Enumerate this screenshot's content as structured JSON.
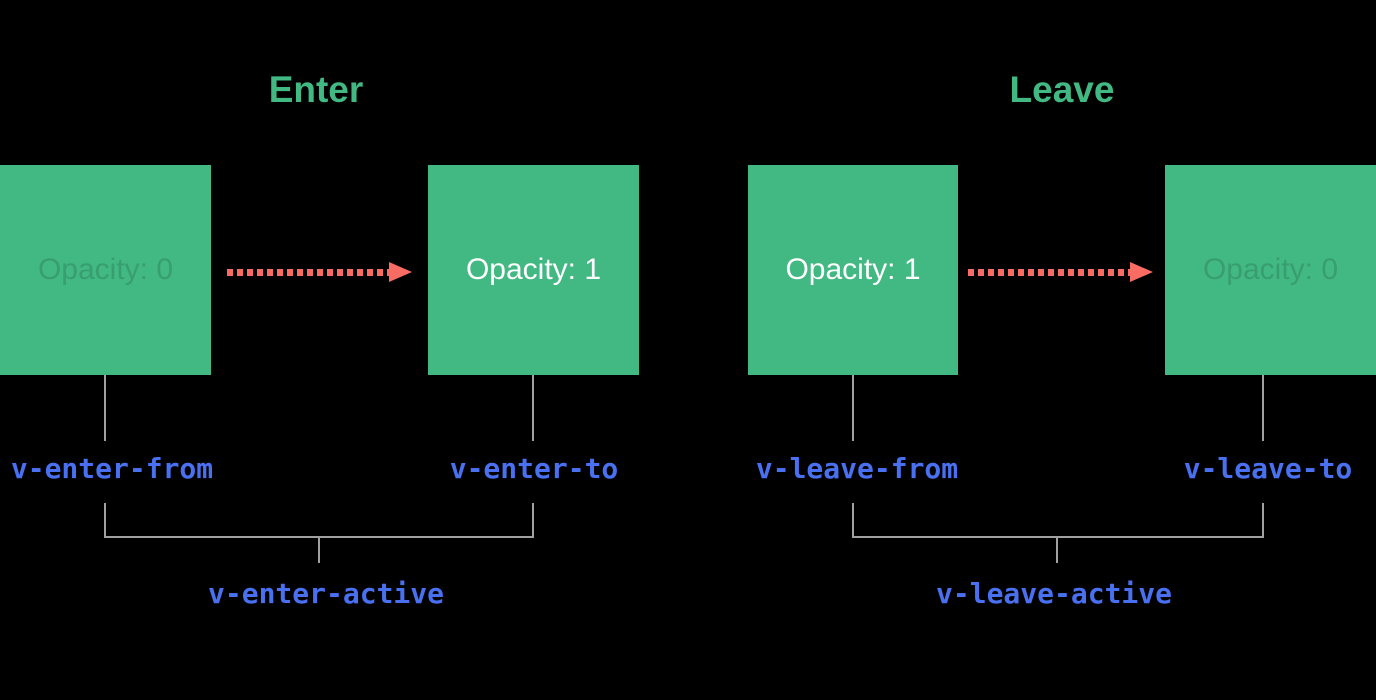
{
  "diagram": {
    "name": "Vue transition classes diagram",
    "background": "#000000",
    "colors": {
      "box_green": "#42b883",
      "title_green": "#42b883",
      "arrow_red": "#f96c63",
      "class_label_blue": "#4870f0",
      "connector_gray": "#a0a0a0",
      "box_text_white": "#ffffff"
    },
    "sections": [
      {
        "id": "enter",
        "title": "Enter",
        "from_box": {
          "label": "Opacity: 0",
          "style": "faded"
        },
        "to_box": {
          "label": "Opacity: 1",
          "style": "solid"
        },
        "from_class": "v-enter-from",
        "to_class": "v-enter-to",
        "active_class": "v-enter-active"
      },
      {
        "id": "leave",
        "title": "Leave",
        "from_box": {
          "label": "Opacity: 1",
          "style": "solid"
        },
        "to_box": {
          "label": "Opacity: 0",
          "style": "faded"
        },
        "from_class": "v-leave-from",
        "to_class": "v-leave-to",
        "active_class": "v-leave-active"
      }
    ]
  }
}
